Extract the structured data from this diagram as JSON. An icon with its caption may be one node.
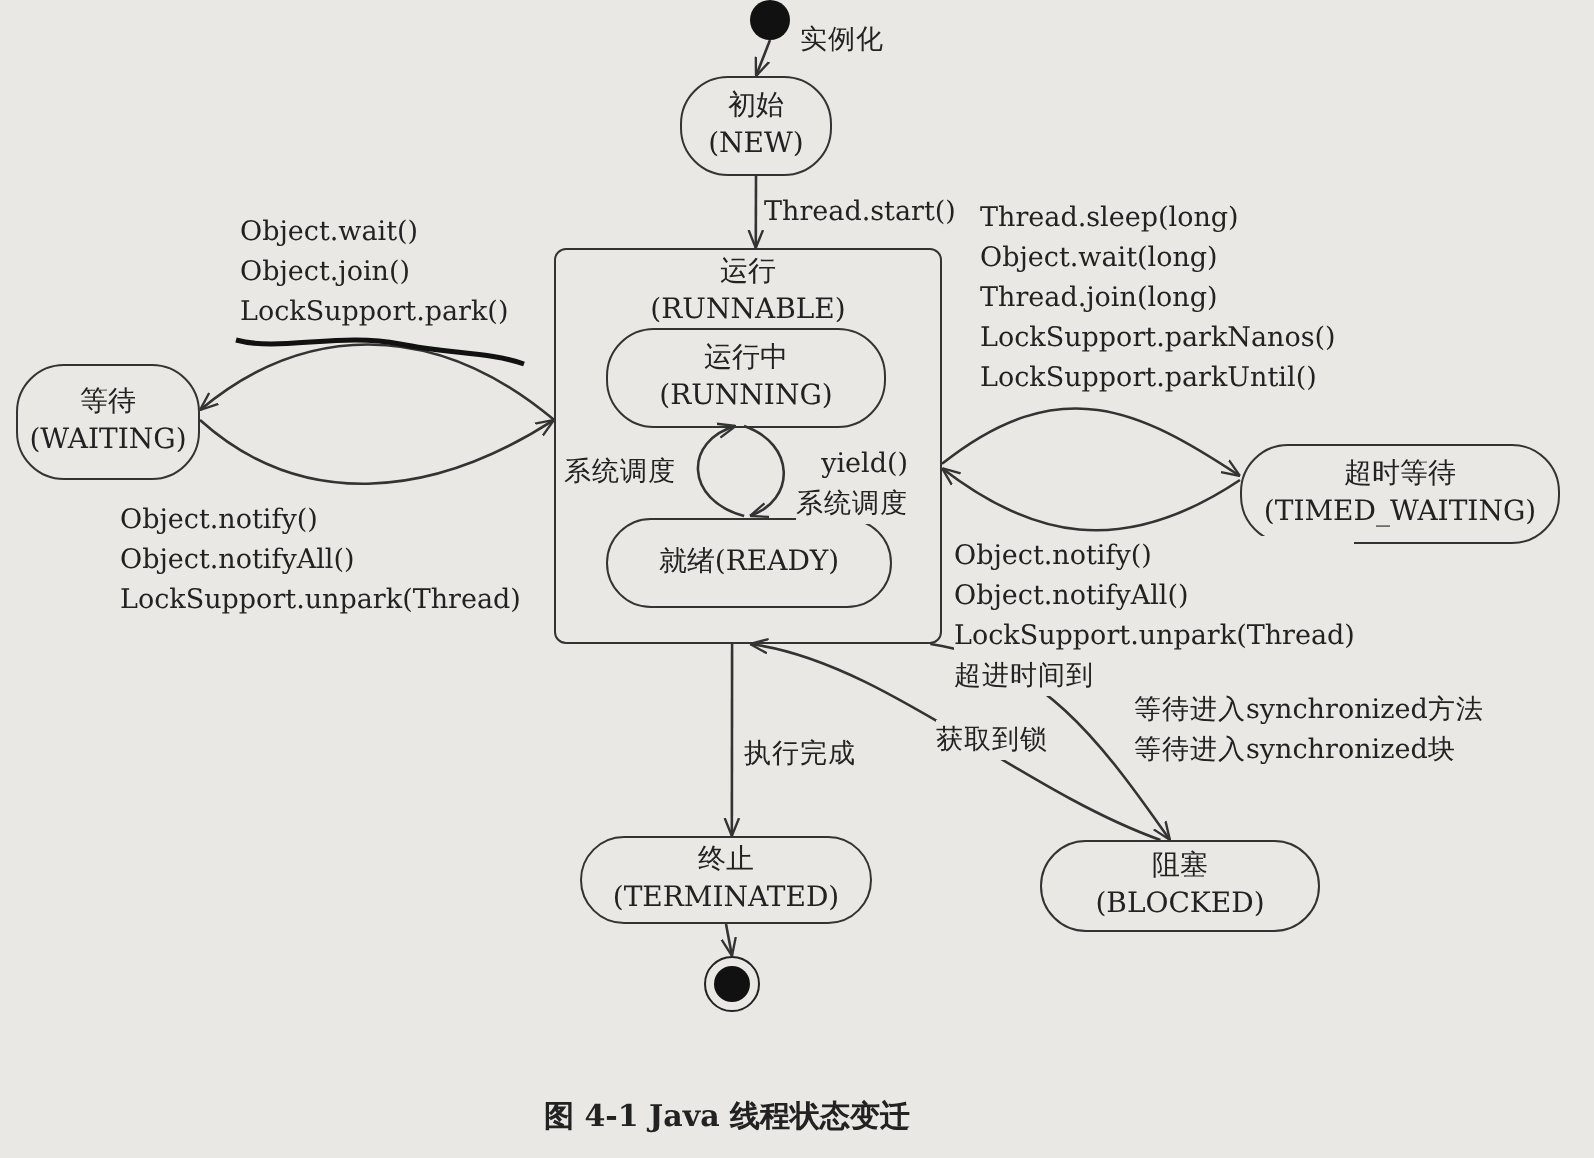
{
  "diagram": {
    "caption": "图 4-1 Java 线程状态变迁",
    "nodes": [
      {
        "text": [],
        "shape": "circle"
      },
      {
        "text": [
          "初始 (NEW)"
        ]
      },
      {
        "text": [
          "运行 (RUNNABLE)"
        ]
      },
      {
        "text": [
          "运行中 (RUNNING)"
        ],
        "in": 2
      },
      {
        "text": [
          "就绪(READY)"
        ],
        "in": 2
      },
      {
        "text": [
          "等待 (WAITING)"
        ]
      },
      {
        "text": [
          "超时等待 (TIMED_WAITING)"
        ]
      },
      {
        "text": [
          "终止 (TERMINATED)"
        ]
      },
      {
        "text": [
          "阻塞 (BLOCKED)"
        ]
      },
      {
        "text": [],
        "shape": "circle"
      }
    ],
    "edges": [
      {
        "from": 0,
        "to": 1,
        "arrow": "to",
        "label": "实例化"
      },
      {
        "from": 1,
        "to": 2,
        "arrow": "to",
        "label": "Thread.start()"
      },
      {
        "from": 2,
        "to": 5,
        "arrow": "to",
        "label": "Object.wait() Object.join() LockSupport.park()"
      },
      {
        "from": 5,
        "to": 2,
        "arrow": "to",
        "label": "Object.notify() Object.notifyAll() LockSupport.unpark(Thread)"
      },
      {
        "from": 4,
        "to": 3,
        "arrow": "to",
        "label": "系统调度"
      },
      {
        "from": 3,
        "to": 4,
        "arrow": "to",
        "label": "yield() 系统调度"
      },
      {
        "from": 2,
        "to": 6,
        "arrow": "to",
        "label": "Thread.sleep(long) Object.wait(long) Thread.join(long) LockSupport.parkNanos() LockSupport.parkUntil()"
      },
      {
        "from": 6,
        "to": 2,
        "arrow": "to",
        "label": "Object.notify() Object.notifyAll() LockSupport.unpark(Thread) 超进时间到"
      },
      {
        "from": 2,
        "to": 7,
        "arrow": "to",
        "label": "执行完成"
      },
      {
        "from": 2,
        "to": 8,
        "arrow": "to",
        "label": "等待进入synchronized方法等待进入synchronized块"
      },
      {
        "from": 8,
        "to": 2,
        "arrow": "to",
        "label": "获取到锁"
      },
      {
        "from": 7,
        "to": 9,
        "arrow": "to"
      }
    ]
  }
}
